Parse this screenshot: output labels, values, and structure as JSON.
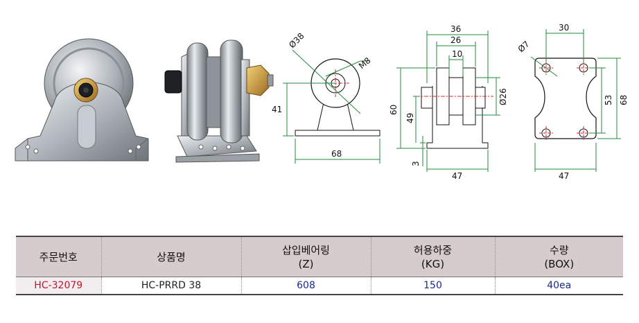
{
  "drawings": {
    "front_view": {
      "diameter": "Ø38",
      "thread": "M8",
      "height": "41",
      "width": "68"
    },
    "side_view": {
      "overall_width": "36",
      "wheel_width": "26",
      "groove_width": "10",
      "height": "60",
      "axle_height": "49",
      "wheel_diameter": "Ø26",
      "base_thickness": "3",
      "base_width": "47"
    },
    "base_view": {
      "hole_diameter": "Ø7",
      "hole_spacing_x": "30",
      "hole_spacing_y": "53",
      "plate_length": "68",
      "plate_width": "47"
    }
  },
  "table": {
    "headers": [
      {
        "line1": "주문번호",
        "line2": ""
      },
      {
        "line1": "상품명",
        "line2": ""
      },
      {
        "line1": "삽입베어링",
        "line2": "(Z)"
      },
      {
        "line1": "허용하중",
        "line2": "(KG)"
      },
      {
        "line1": "수량",
        "line2": "(BOX)"
      }
    ],
    "row": [
      "HC-32079",
      "HC-PRRD 38",
      "608",
      "150",
      "40ea"
    ]
  },
  "colors": {
    "dimension_line": "#1f8a3a",
    "center_line": "#e0202a",
    "order_no": "#c8102e",
    "values": "#1a2a8c",
    "header_bg": "#d6cccd"
  }
}
